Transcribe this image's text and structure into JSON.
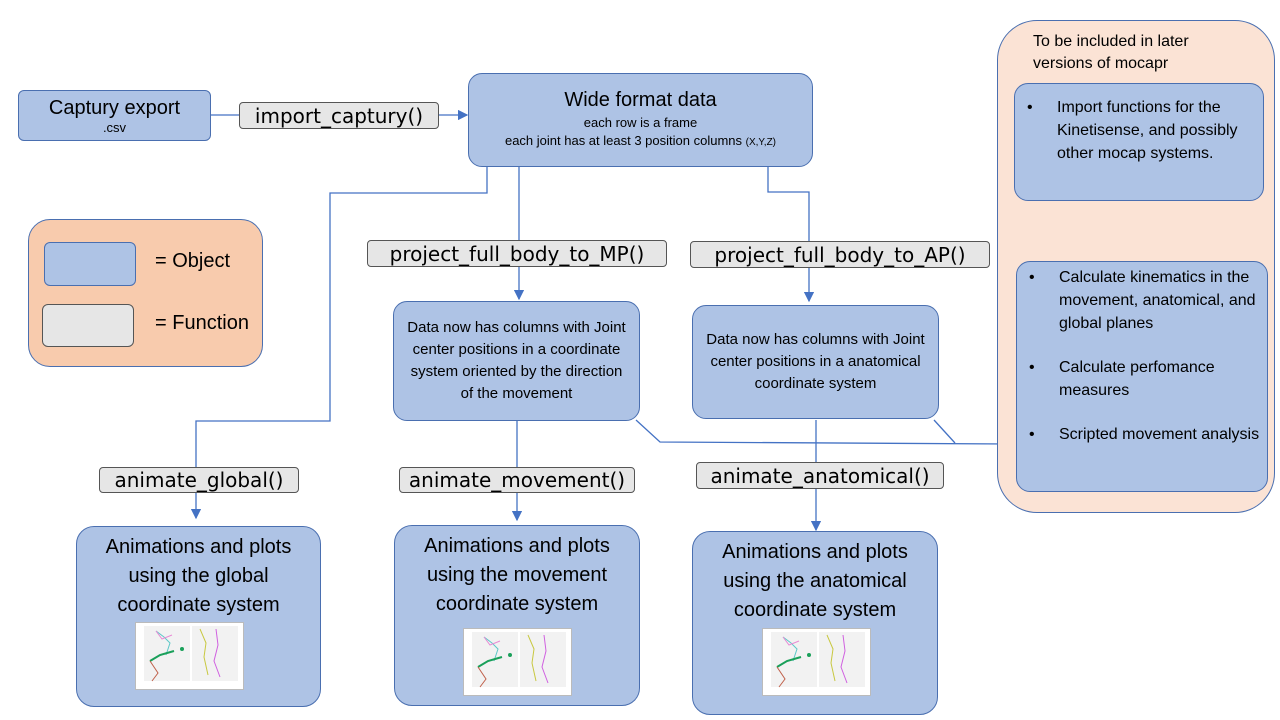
{
  "captury_box": {
    "title": "Captury export",
    "subtitle": ".csv"
  },
  "fn_import": "import_captury()",
  "wide_box": {
    "title": "Wide format data",
    "line1": "each row is a frame",
    "line2": "each joint has at least 3 position columns",
    "line2_small": "(X,Y,Z)"
  },
  "legend": {
    "object_label": "= Object",
    "function_label": "= Function"
  },
  "fn_mp": "project_full_body_to_MP()",
  "fn_ap": "project_full_body_to_AP()",
  "mp_box": {
    "text": "Data now has columns with Joint center positions in a coordinate system oriented by the direction of the movement"
  },
  "ap_box": {
    "text": "Data now has columns with Joint center positions in a anatomical coordinate system"
  },
  "fn_global": "animate_global()",
  "fn_movement": "animate_movement()",
  "fn_anatomical": "animate_anatomical()",
  "out_global": {
    "text": "Animations and plots using the global coordinate system"
  },
  "out_movement": {
    "text": "Animations and plots using the movement coordinate system"
  },
  "out_anatomical": {
    "text": "Animations and plots using the anatomical coordinate system"
  },
  "later": {
    "title": "To be included in later versions of mocapr",
    "box1_items": [
      "Import functions for the Kinetisense, and possibly other mocap systems."
    ],
    "box2_items": [
      "Calculate kinematics in the movement, anatomical, and global planes",
      "Calculate perfomance measures",
      "Scripted movement analysis"
    ]
  },
  "colors": {
    "object_fill": "#aec3e5",
    "object_border": "#4a6fb0",
    "function_fill": "#e6e6e6",
    "legend_fill": "#f8cbad",
    "later_fill": "#fbe3d5",
    "arrow": "#4472c4"
  }
}
